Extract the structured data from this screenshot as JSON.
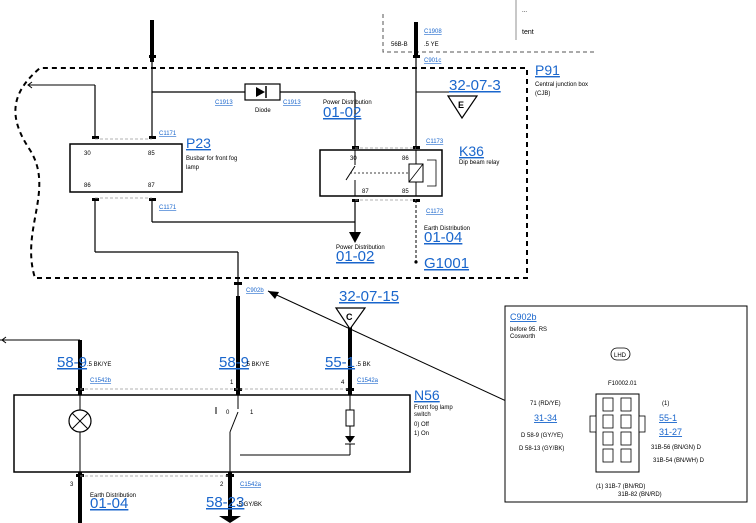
{
  "ccs": {
    "cjb_code": "P91",
    "cjb_name_1": "Central junction box",
    "cjb_name_2": "(CJB)"
  },
  "top_partial": {
    "line1": "...",
    "line2": "tent"
  },
  "top_wire": {
    "label": "56B-B",
    "gauge_color": ".5 YE",
    "connector_top": "C1908",
    "connector_bottom": "C901c"
  },
  "diode": {
    "label": "Diode",
    "conn_left": "C1913",
    "conn_right": "C1913"
  },
  "power_dist_top": {
    "title": "Power Distribution",
    "ref": "01-02"
  },
  "ground_ref": {
    "ref": "32-07-3",
    "letter": "E"
  },
  "busbar": {
    "code": "P23",
    "name_1": "Busbar for front fog",
    "name_2": "lamp",
    "pin_tl": "30",
    "pin_tr": "85",
    "pin_bl": "86",
    "pin_br": "87",
    "conn_top": "C1171",
    "conn_bottom": "C1171"
  },
  "relay": {
    "code": "K36",
    "name": "Dip beam relay",
    "pin_30": "30",
    "pin_86": "86",
    "pin_87": "87",
    "pin_85": "85",
    "conn_top": "C1173",
    "conn_bottom": "C1173"
  },
  "earth_dist": {
    "title": "Earth Distribution",
    "ref": "01-04",
    "ground": "G1001"
  },
  "power_dist_bottom": {
    "title": "Power Distribution",
    "ref": "01-02"
  },
  "c902b_label": "C902b",
  "left_wire": {
    "ref": "58-9",
    "spec": ".5 BK/YE",
    "conn": "C1542b"
  },
  "mid_wire": {
    "ref": "58-9",
    "spec": ".5 BK/YE"
  },
  "ign_ref": {
    "ref": "32-07-15",
    "letter": "C"
  },
  "right_wire": {
    "ref": "55-1",
    "spec": ".5 BK",
    "conn": "C1542a"
  },
  "switch": {
    "code": "N56",
    "name_1": "Front fog lamp",
    "name_2": "switch",
    "state_0": "0)  Off",
    "state_1": "1)  On",
    "pin_1": "1",
    "pin_4": "4",
    "pin_3": "3",
    "pin_2": "2",
    "pos_0": "0",
    "pos_1": "1"
  },
  "earth_bottom": {
    "title": "Earth Distribution",
    "ref": "01-04"
  },
  "bottom_wire": {
    "ref": "58-23",
    "spec": ".5 GY/BK",
    "conn": "C1542a"
  },
  "inset": {
    "title": "C902b",
    "sub1": "before 95. RS",
    "sub2": "Cosworth",
    "badge": "LHD",
    "part": "F10002.01",
    "pin_top_left": "71 (RD/YE)",
    "pin_top_right": "(1)",
    "ref_left": "31-34",
    "ref_right_1": "55-1",
    "ref_right_2": "31-27",
    "pin_mid_left": "D 58-9 (GY/YE)",
    "pin_mid_right": "31B-56 (BN/GN) D",
    "pin_low_left": "D 58-13 (GY/BK)",
    "pin_low_right": "31B-54 (BN/WH) D",
    "foot1": "(1)   31B-7 (BN/RD)",
    "foot2": "31B-82 (BN/RD)"
  }
}
